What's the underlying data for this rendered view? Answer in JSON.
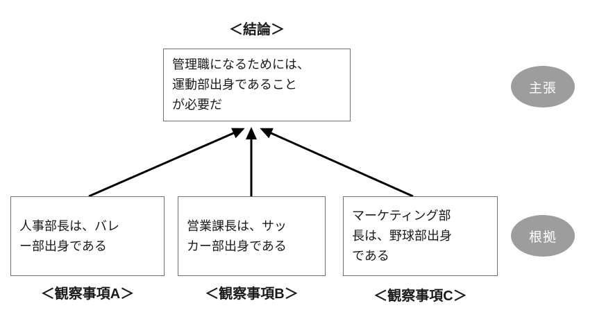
{
  "diagram": {
    "conclusion_heading": "＜結論＞",
    "conclusion_box_text": "管理職になるためには、\n運動部出身であること\nが必要だ",
    "claim_badge_label": "主張",
    "evidence_badge_label": "根拠",
    "observations": [
      {
        "text": "人事部長は、バレ\nー部出身である",
        "label": "＜観察事項A＞"
      },
      {
        "text": "営業課長は、サッ\nカー部出身である",
        "label": "＜観察事項B＞"
      },
      {
        "text": "マーケティング部\n長は、野球部出身\nである",
        "label": "＜観察事項C＞"
      }
    ],
    "colors": {
      "badge_background": "#9d9d9d",
      "badge_text": "#ffffff",
      "box_border": "#707070",
      "arrow": "#000000"
    }
  }
}
